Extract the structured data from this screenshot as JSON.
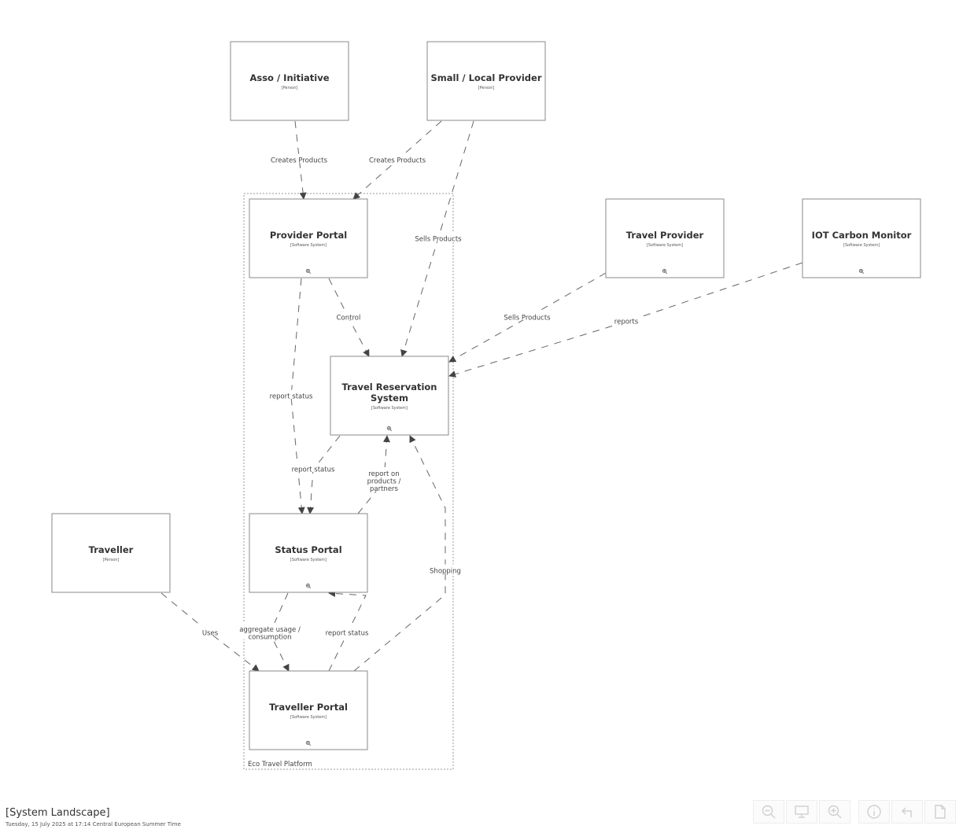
{
  "view": {
    "title": "[System Landscape]",
    "date": "Tuesday, 15 July 2025 at 17:14 Central European Summer Time"
  },
  "boundary": {
    "label": "Eco Travel Platform"
  },
  "elements": [
    {
      "id": "asso",
      "name": "Asso / Initiative",
      "meta": "[Person]",
      "zoom": false
    },
    {
      "id": "small",
      "name": "Small / Local Provider",
      "meta": "[Person]",
      "zoom": false
    },
    {
      "id": "provider_portal",
      "name": "Provider Portal",
      "meta": "[Software System]",
      "zoom": true
    },
    {
      "id": "travel_provider",
      "name": "Travel Provider",
      "meta": "[Software System]",
      "zoom": true
    },
    {
      "id": "iot",
      "name": "IOT Carbon Monitor",
      "meta": "[Software System]",
      "zoom": true
    },
    {
      "id": "trs",
      "name": [
        "Travel Reservation",
        "System"
      ],
      "meta": "[Software System]",
      "zoom": true
    },
    {
      "id": "status_portal",
      "name": "Status Portal",
      "meta": "[Software System]",
      "zoom": true
    },
    {
      "id": "traveller",
      "name": "Traveller",
      "meta": "[Person]",
      "zoom": false
    },
    {
      "id": "traveller_portal",
      "name": "Traveller Portal",
      "meta": "[Software System]",
      "zoom": true
    }
  ],
  "relationships": [
    {
      "id": "r1",
      "from": "asso",
      "to": "provider_portal",
      "label": [
        "Creates Products"
      ]
    },
    {
      "id": "r2",
      "from": "small",
      "to": "provider_portal",
      "label": [
        "Creates Products"
      ]
    },
    {
      "id": "r3",
      "from": "small",
      "to": "trs",
      "label": [
        "Sells Products"
      ]
    },
    {
      "id": "r4",
      "from": "provider_portal",
      "to": "trs",
      "label": [
        "Control"
      ]
    },
    {
      "id": "r5",
      "from": "provider_portal",
      "to": "status_portal",
      "label": [
        "report status"
      ]
    },
    {
      "id": "r6",
      "from": "travel_provider",
      "to": "trs",
      "label": [
        "Sells Products"
      ]
    },
    {
      "id": "r7",
      "from": "iot",
      "to": "trs",
      "label": [
        "reports"
      ]
    },
    {
      "id": "r8",
      "from": "trs",
      "to": "status_portal",
      "label": [
        "report status"
      ]
    },
    {
      "id": "r9",
      "from": "status_portal",
      "to": "trs",
      "label": [
        "report on",
        "products /",
        "partners"
      ]
    },
    {
      "id": "r10",
      "from": "traveller_portal",
      "to": "trs",
      "label": [
        "Shopping"
      ]
    },
    {
      "id": "r11",
      "from": "traveller",
      "to": "traveller_portal",
      "label": [
        "Uses"
      ]
    },
    {
      "id": "r12",
      "from": "status_portal",
      "to": "traveller_portal",
      "label": [
        "aggregate usage /",
        "consumption"
      ]
    },
    {
      "id": "r13",
      "from": "traveller_portal",
      "to": "status_portal",
      "label": [
        "report status"
      ]
    }
  ],
  "toolbar": [
    {
      "id": "zoom-out",
      "icon": "zoom-out-icon"
    },
    {
      "id": "present",
      "icon": "presentation-icon"
    },
    {
      "id": "zoom-in",
      "icon": "zoom-in-icon"
    },
    {
      "id": "info",
      "icon": "info-icon"
    },
    {
      "id": "back",
      "icon": "undo-arrow-icon"
    },
    {
      "id": "export-png",
      "icon": "png-file-icon"
    }
  ]
}
